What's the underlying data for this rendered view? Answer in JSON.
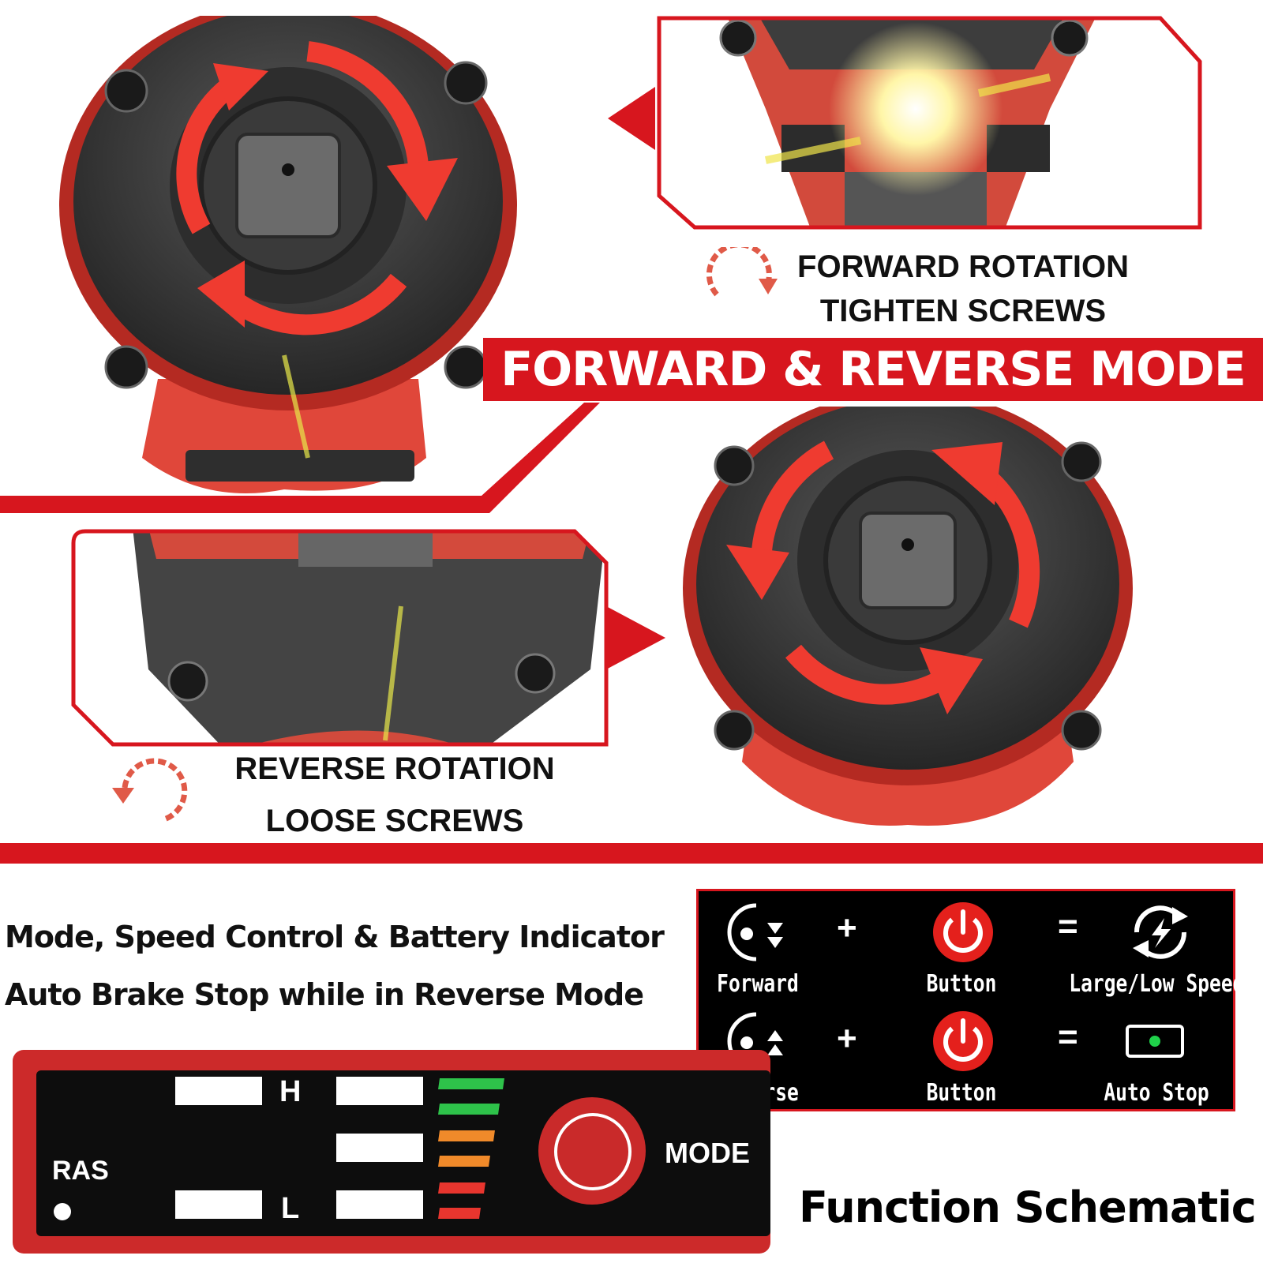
{
  "banner": {
    "title": "FORWARD & REVERSE MODE"
  },
  "forward": {
    "line1": "FORWARD ROTATION",
    "line2": "TIGHTEN SCREWS"
  },
  "reverse": {
    "line1": "REVERSE ROTATION",
    "line2": "LOOSE SCREWS"
  },
  "features": {
    "line1": "Mode, Speed Control & Battery Indicator",
    "line2": "Auto Brake Stop while in Reverse Mode"
  },
  "schematic": {
    "row1": {
      "left": "Forward",
      "middle": "Button",
      "result": "Large/Low Speed"
    },
    "row2": {
      "left": "Reverse",
      "middle": "Button",
      "result": "Auto Stop"
    },
    "plus": "+",
    "equals": "="
  },
  "control_panel": {
    "ras_label": "RAS",
    "high_label": "H",
    "low_label": "L",
    "mode_label": "MODE",
    "colors": {
      "green": "#2ec24a",
      "orange": "#f08a2a",
      "red": "#e8352e"
    }
  },
  "function_title": "Function Schematic",
  "colors": {
    "brand_red": "#d7161e",
    "dark_housing": "#3a3a3a"
  }
}
